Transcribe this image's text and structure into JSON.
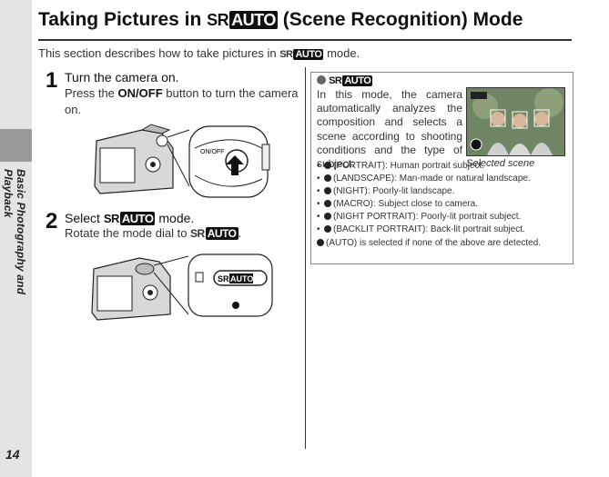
{
  "page": {
    "number": "14",
    "side_label": "Basic Photography and Playback"
  },
  "title": {
    "prefix": "Taking Pictures in",
    "sr": "SR",
    "auto": "AUTO",
    "suffix": "(Scene Recognition) Mode"
  },
  "intro": {
    "prefix": "This section describes how to take pictures in",
    "sr": "SR",
    "auto": "AUTO",
    "suffix": "mode."
  },
  "step1": {
    "number": "1",
    "heading": "Turn the camera on.",
    "body_prefix": "Press the",
    "button": "ON/OFF",
    "body_suffix": "button to turn the camera on.",
    "figure_label": "ON/OFF"
  },
  "step2": {
    "number": "2",
    "heading_prefix": "Select",
    "heading_sr": "SR",
    "heading_auto": "AUTO",
    "heading_suffix": "mode.",
    "body_prefix": "Rotate the mode dial to",
    "body_sr": "SR",
    "body_auto": "AUTO",
    "body_suffix": ".",
    "figure_dial_sr": "SR",
    "figure_dial_auto": "AUTO"
  },
  "note": {
    "head_sr": "SR",
    "head_auto": "AUTO",
    "text": "In this mode, the camera automatically analyzes the composition and selects a scene according to shooting conditions and the type of subject:",
    "caption": "Selected scene",
    "items": [
      {
        "label": "(PORTRAIT):",
        "text": "Human portrait subject."
      },
      {
        "label": "(LANDSCAPE):",
        "text": "Man-made or natural landscape."
      },
      {
        "label": "(NIGHT):",
        "text": "Poorly-lit landscape."
      },
      {
        "label": "(MACRO):",
        "text": "Subject close to camera."
      },
      {
        "label": "(NIGHT PORTRAIT):",
        "text": "Poorly-lit portrait subject."
      },
      {
        "label": "(BACKLIT PORTRAIT):",
        "text": "Back-lit portrait subject."
      }
    ],
    "auto_line": "(AUTO) is selected if none of the above are detected."
  },
  "colors": {
    "side_strip": "#e4e4e4",
    "side_tab": "#9a9a9a",
    "text": "#222222"
  }
}
